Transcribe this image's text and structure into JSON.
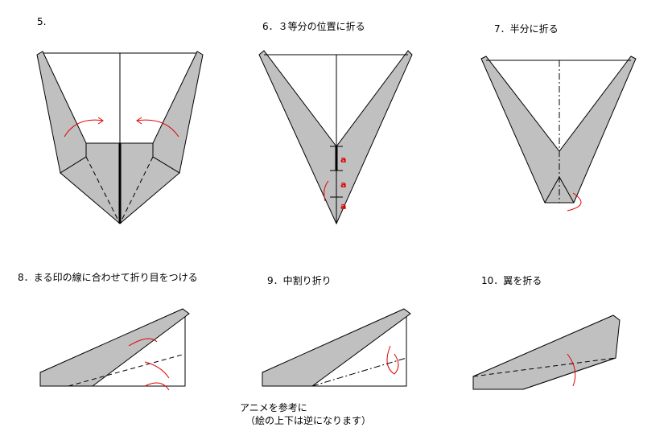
{
  "steps": [
    {
      "label": "5."
    },
    {
      "label": "6．３等分の位置に折る",
      "marks": [
        "a",
        "a",
        "a"
      ]
    },
    {
      "label": "7．半分に折る"
    },
    {
      "label": "8．まる印の線に合わせて折り目をつける"
    },
    {
      "label": "9．中割り折り"
    },
    {
      "label": "10．翼を折る"
    }
  ],
  "note": {
    "line1": "アニメを参考に",
    "line2": "（絵の上下は逆になります）"
  },
  "colors": {
    "paper": "#c0c0c0",
    "arrow": "#e00000"
  }
}
